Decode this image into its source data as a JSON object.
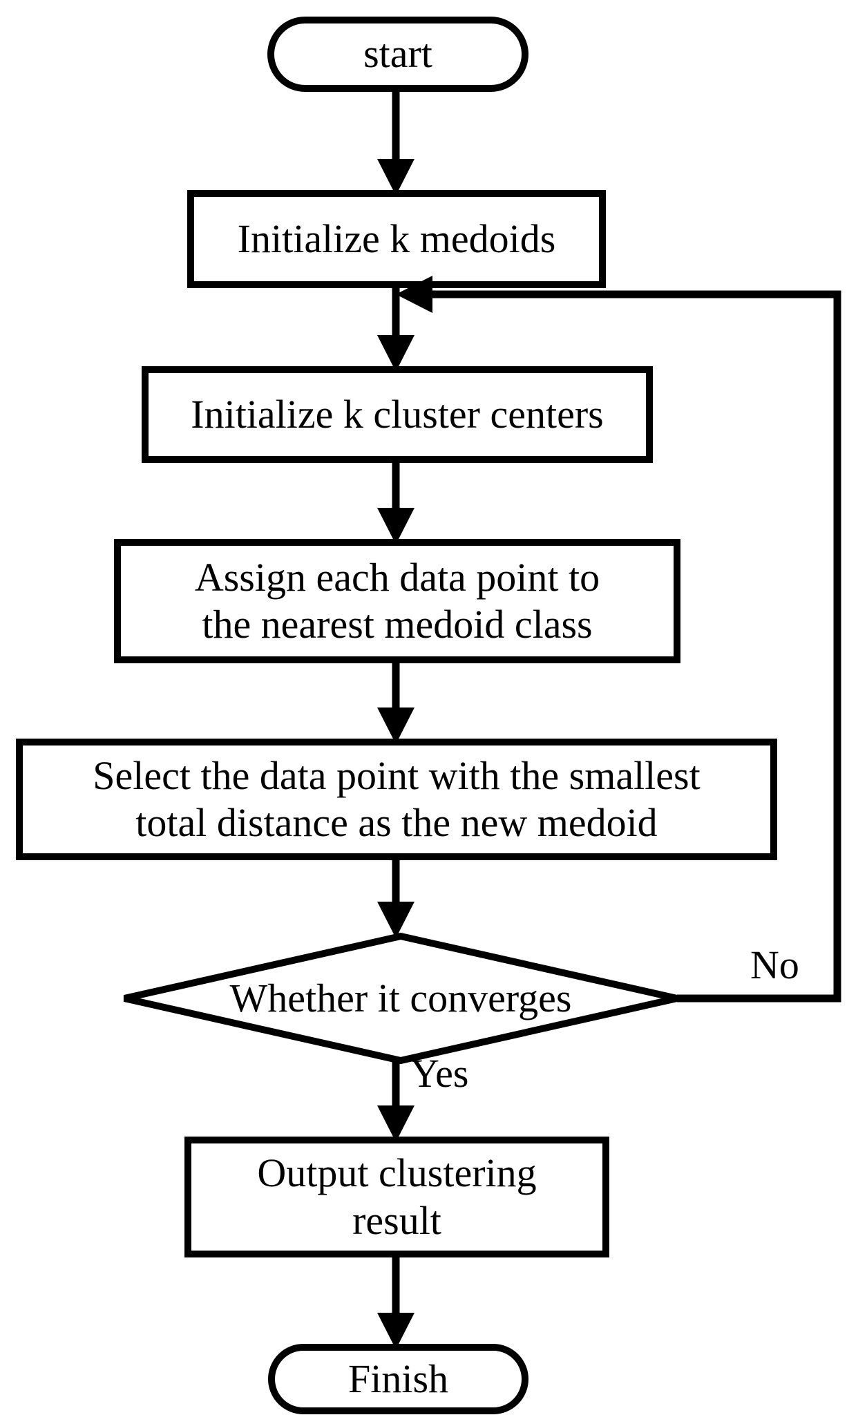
{
  "diagram": {
    "title": "k-medoids (PAM) clustering algorithm flowchart",
    "stroke_color": "#000000",
    "fill_color": "#ffffff",
    "background_color": "#ffffff",
    "nodes": {
      "start": {
        "label": "start",
        "shape": "terminal"
      },
      "init_medoids": {
        "label": "Initialize k medoids",
        "shape": "process"
      },
      "init_centers": {
        "label": "Initialize k cluster centers",
        "shape": "process"
      },
      "assign": {
        "label": "Assign each data point to\nthe nearest medoid class",
        "shape": "process"
      },
      "select": {
        "label": "Select the data point with the smallest\ntotal distance as the new medoid",
        "shape": "process"
      },
      "decision": {
        "label": "Whether it converges",
        "shape": "decision"
      },
      "output": {
        "label": "Output clustering\nresult",
        "shape": "process"
      },
      "finish": {
        "label": "Finish",
        "shape": "terminal"
      }
    },
    "edge_labels": {
      "no": "No",
      "yes": "Yes"
    }
  }
}
